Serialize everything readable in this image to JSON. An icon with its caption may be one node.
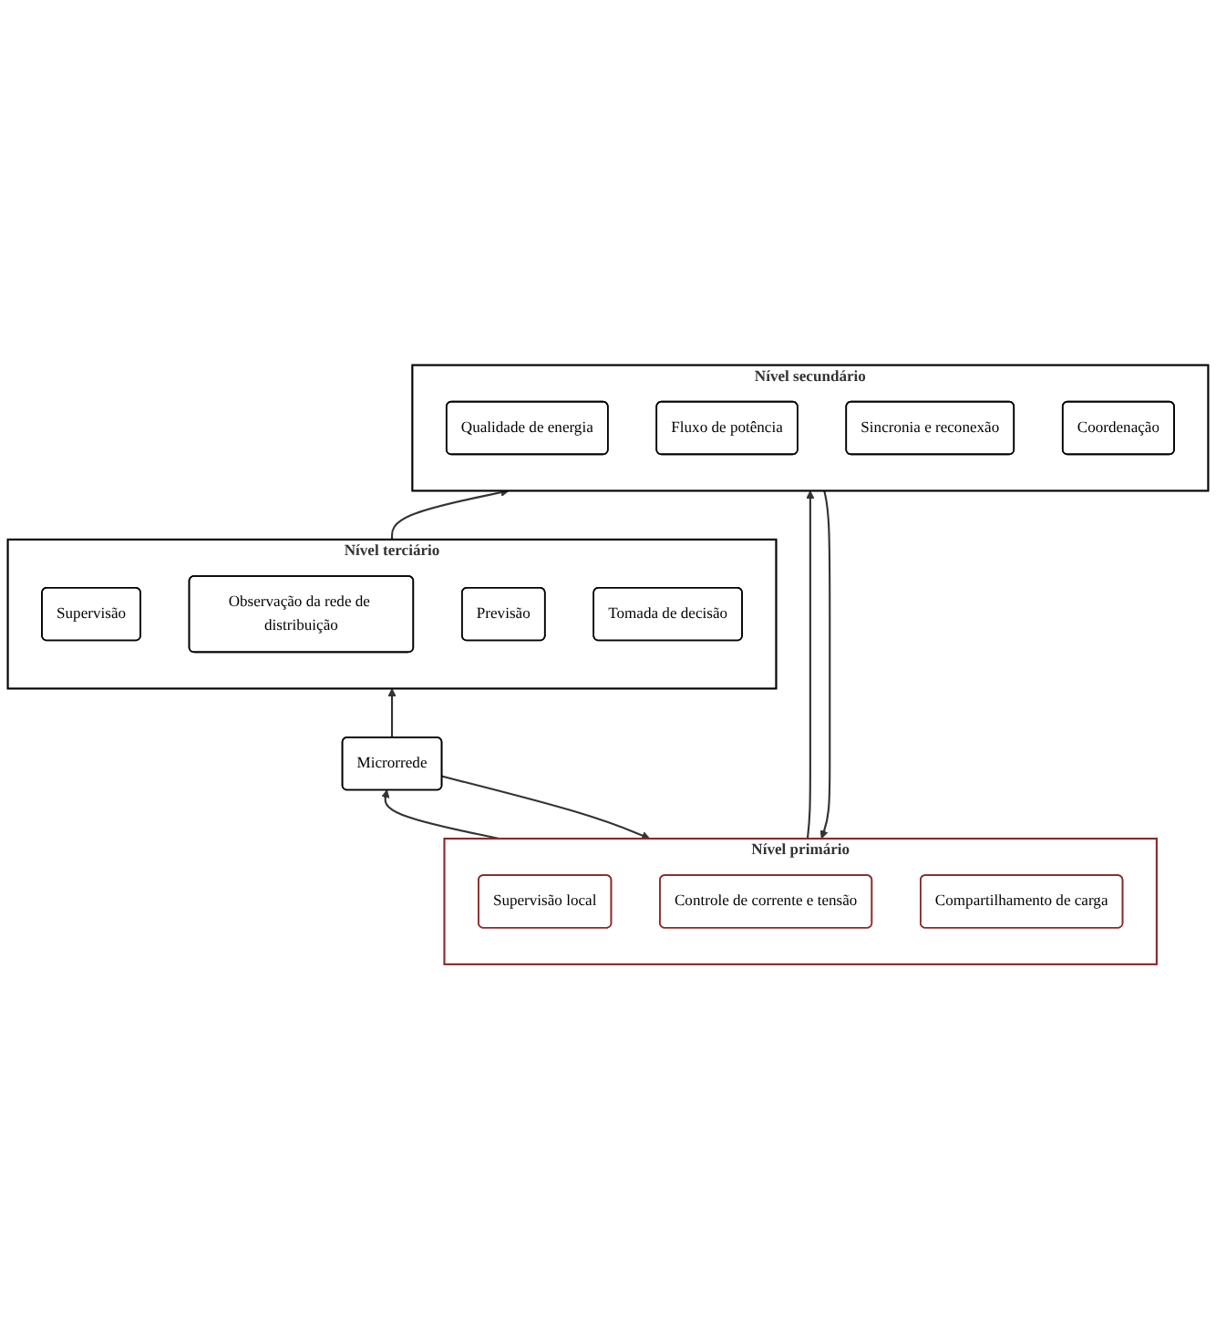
{
  "diagram": {
    "nodes": [
      {
        "text": [
          "Nível terciário"
        ]
      },
      {
        "text": [
          "Supervisão"
        ],
        "in": 0
      },
      {
        "text": [
          "Observação da rede de distribuição"
        ],
        "in": 0
      },
      {
        "text": [
          "Previsão"
        ],
        "in": 0
      },
      {
        "text": [
          "Tomada de decisão"
        ],
        "in": 0
      },
      {
        "text": [
          "Nível secundário"
        ]
      },
      {
        "text": [
          "Qualidade de energia"
        ],
        "in": 5
      },
      {
        "text": [
          "Fluxo de potência"
        ],
        "in": 5
      },
      {
        "text": [
          "Sincronia e reconexão"
        ],
        "in": 5
      },
      {
        "text": [
          "Coordenação"
        ],
        "in": 5
      },
      {
        "text": [
          "Nível primário"
        ]
      },
      {
        "text": [
          "Supervisão local"
        ],
        "in": 10
      },
      {
        "text": [
          "Controle de corrente e tensão"
        ],
        "in": 10
      },
      {
        "text": [
          "Compartilhamento de carga"
        ],
        "in": 10
      },
      {
        "text": [
          "Microrrede"
        ]
      }
    ],
    "edges": [
      {
        "from": 14,
        "to": 0,
        "arrow": "to"
      },
      {
        "from": 0,
        "to": 5,
        "arrow": "to"
      },
      {
        "from": 10,
        "to": 5,
        "arrow": "to"
      },
      {
        "from": 5,
        "to": 10,
        "arrow": "to"
      },
      {
        "from": 14,
        "to": 10,
        "arrow": "to"
      },
      {
        "from": 10,
        "to": 14,
        "arrow": "to"
      }
    ]
  }
}
